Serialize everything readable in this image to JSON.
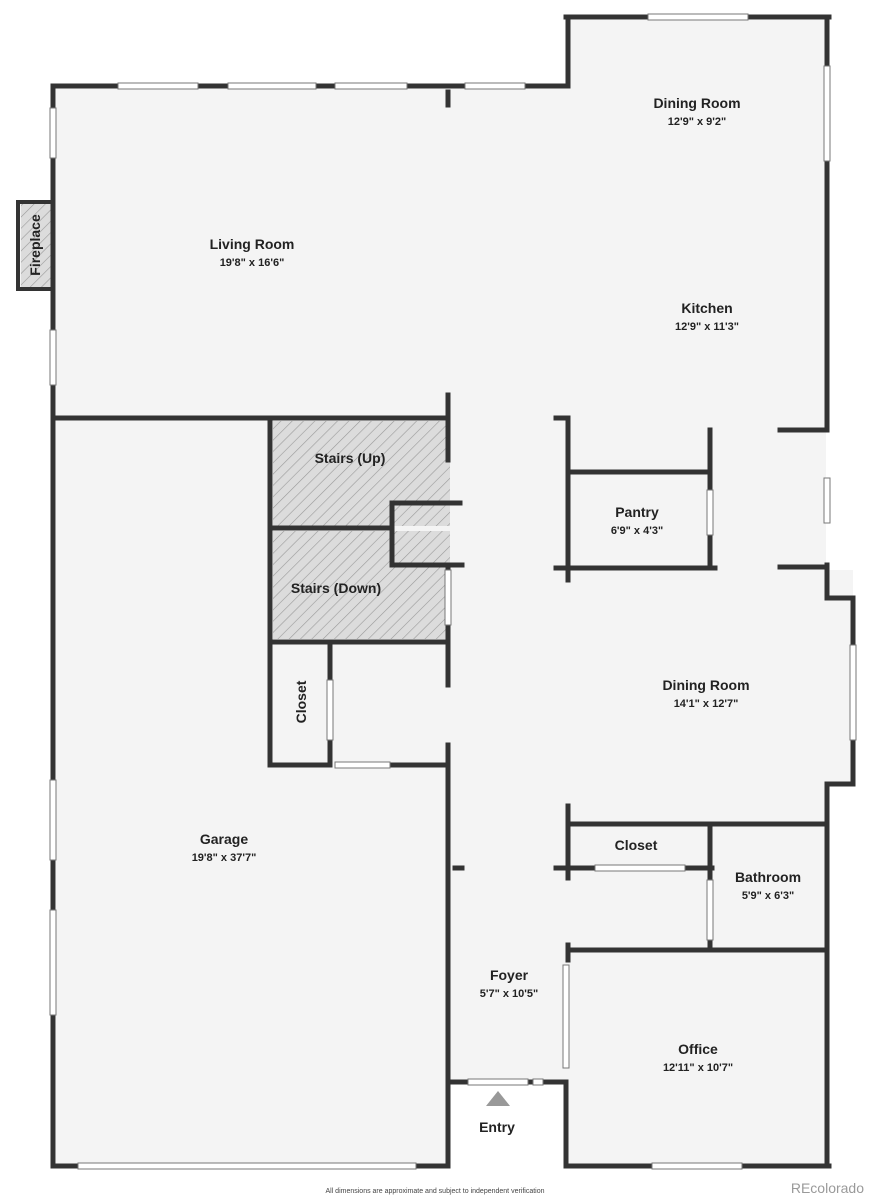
{
  "colors": {
    "wall": "#333333",
    "floor": "#f4f4f4",
    "window": "#ffffff",
    "stairs": "#dcdcdc",
    "hatch": "#9a9a9a"
  },
  "rooms": {
    "dining_room_top": {
      "name": "Dining Room",
      "dim": "12'9\" x 9'2\""
    },
    "living_room": {
      "name": "Living Room",
      "dim": "19'8\" x 16'6\""
    },
    "kitchen": {
      "name": "Kitchen",
      "dim": "12'9\" x 11'3\""
    },
    "fireplace": {
      "name": "Fireplace"
    },
    "stairs_up": {
      "name": "Stairs (Up)"
    },
    "stairs_down": {
      "name": "Stairs (Down)"
    },
    "pantry": {
      "name": "Pantry",
      "dim": "6'9\" x 4'3\""
    },
    "closet_left": {
      "name": "Closet"
    },
    "dining_room_mid": {
      "name": "Dining Room",
      "dim": "14'1\" x 12'7\""
    },
    "closet_right": {
      "name": "Closet"
    },
    "bathroom": {
      "name": "Bathroom",
      "dim": "5'9\" x 6'3\""
    },
    "garage": {
      "name": "Garage",
      "dim": "19'8\" x 37'7\""
    },
    "foyer": {
      "name": "Foyer",
      "dim": "5'7\" x 10'5\""
    },
    "office": {
      "name": "Office",
      "dim": "12'11\" x 10'7\""
    },
    "entry": {
      "name": "Entry"
    }
  },
  "footer": {
    "disclaimer": "All dimensions are approximate and subject to independent verification",
    "brand": "REcolorado"
  }
}
